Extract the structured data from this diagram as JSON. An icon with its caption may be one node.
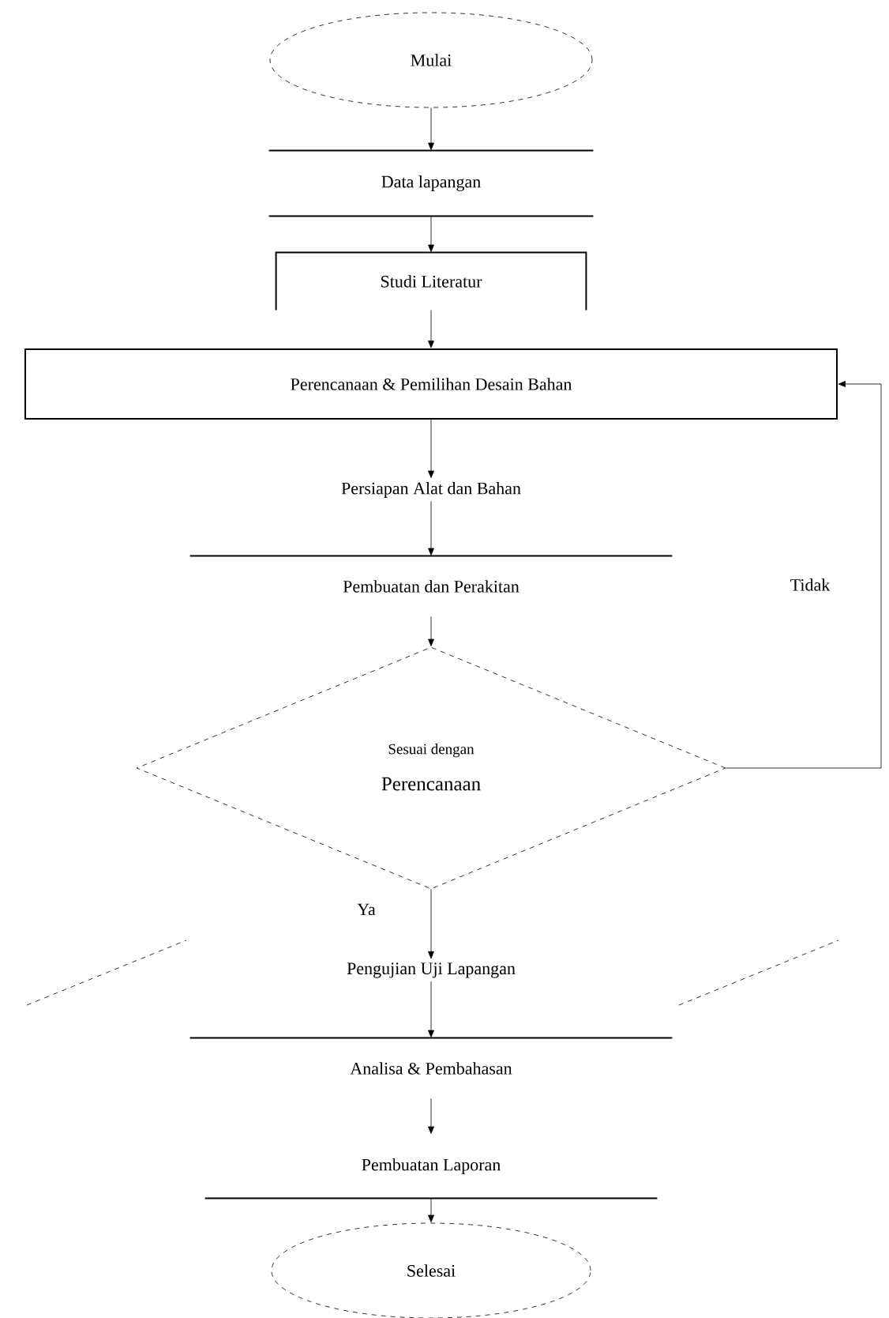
{
  "diagram": {
    "nodes": [
      {
        "text": [
          "Mulai"
        ]
      },
      {
        "text": [
          "Data lapangan"
        ]
      },
      {
        "text": [
          "Studi Literatur"
        ]
      },
      {
        "text": [
          "Perencanaan & Pemilihan Desain Bahan"
        ]
      },
      {
        "text": [
          "Persiapan Alat dan Bahan"
        ]
      },
      {
        "text": [
          "Pembuatan dan Perakitan"
        ]
      },
      {
        "text": [
          "Sesuai dengan",
          "Perencanaan"
        ]
      },
      {
        "text": [
          "Pengujian Uji Lapangan"
        ]
      },
      {
        "text": [
          "Analisa & Pembahasan"
        ]
      },
      {
        "text": [
          "Pembuatan Laporan"
        ]
      },
      {
        "text": [
          "Selesai"
        ]
      }
    ],
    "edges": [
      {
        "from": 0,
        "to": 1,
        "arrow": "to"
      },
      {
        "from": 1,
        "to": 2,
        "arrow": "to"
      },
      {
        "from": 2,
        "to": 3,
        "arrow": "to"
      },
      {
        "from": 3,
        "to": 4,
        "arrow": "to"
      },
      {
        "from": 4,
        "to": 5,
        "arrow": "to"
      },
      {
        "from": 5,
        "to": 6,
        "arrow": "to"
      },
      {
        "from": 6,
        "to": 7,
        "arrow": "to",
        "label": "Ya"
      },
      {
        "from": 6,
        "to": 3,
        "arrow": "to",
        "label": "Tidak"
      },
      {
        "from": 7,
        "to": 8,
        "arrow": "to"
      },
      {
        "from": 8,
        "to": 9,
        "arrow": "to"
      },
      {
        "from": 9,
        "to": 10,
        "arrow": "to"
      }
    ]
  }
}
